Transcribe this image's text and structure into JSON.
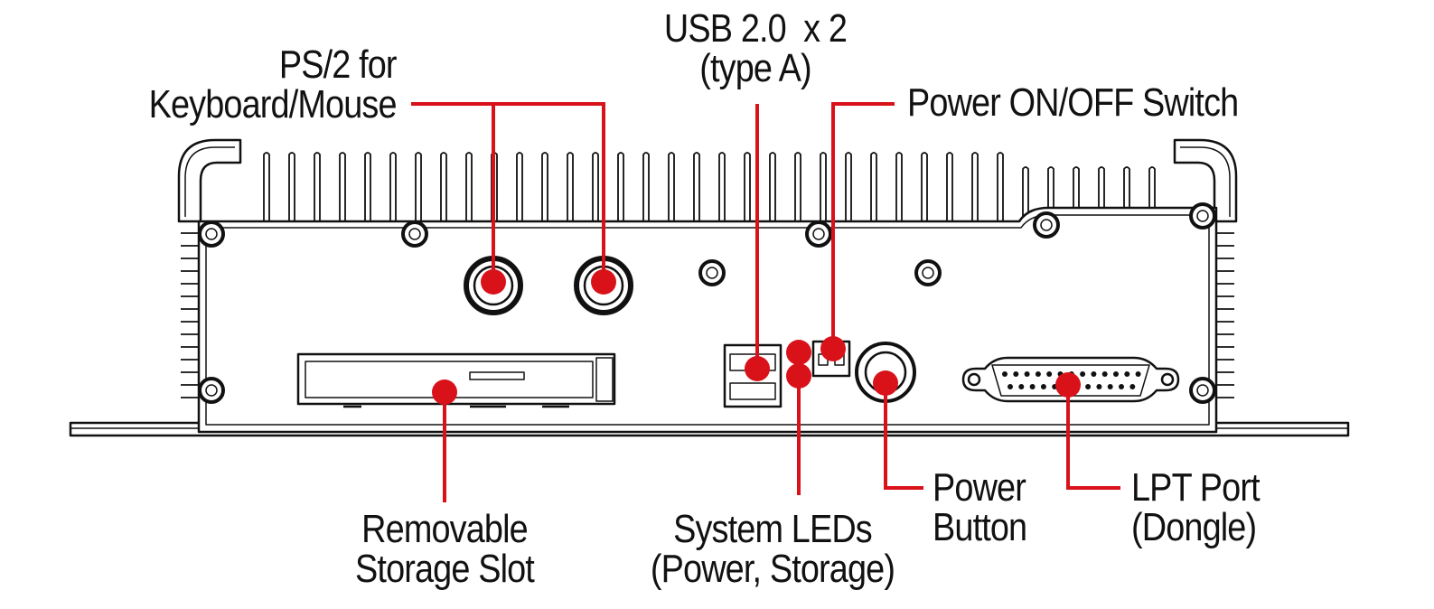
{
  "labels": {
    "ps2": [
      "PS/2 for",
      "Keyboard/Mouse"
    ],
    "usb": [
      "USB 2.0  x 2",
      "(type A)"
    ],
    "power_switch": [
      "Power ON/OFF Switch"
    ],
    "storage": [
      "Removable",
      "Storage Slot"
    ],
    "leds": [
      "System LEDs",
      "(Power, Storage)"
    ],
    "power_button": [
      "Power",
      "Button"
    ],
    "lpt": [
      "LPT Port",
      "(Dongle)"
    ]
  },
  "colors": {
    "callout": "#d9121a",
    "outline": "#111111",
    "background": "#ffffff"
  }
}
